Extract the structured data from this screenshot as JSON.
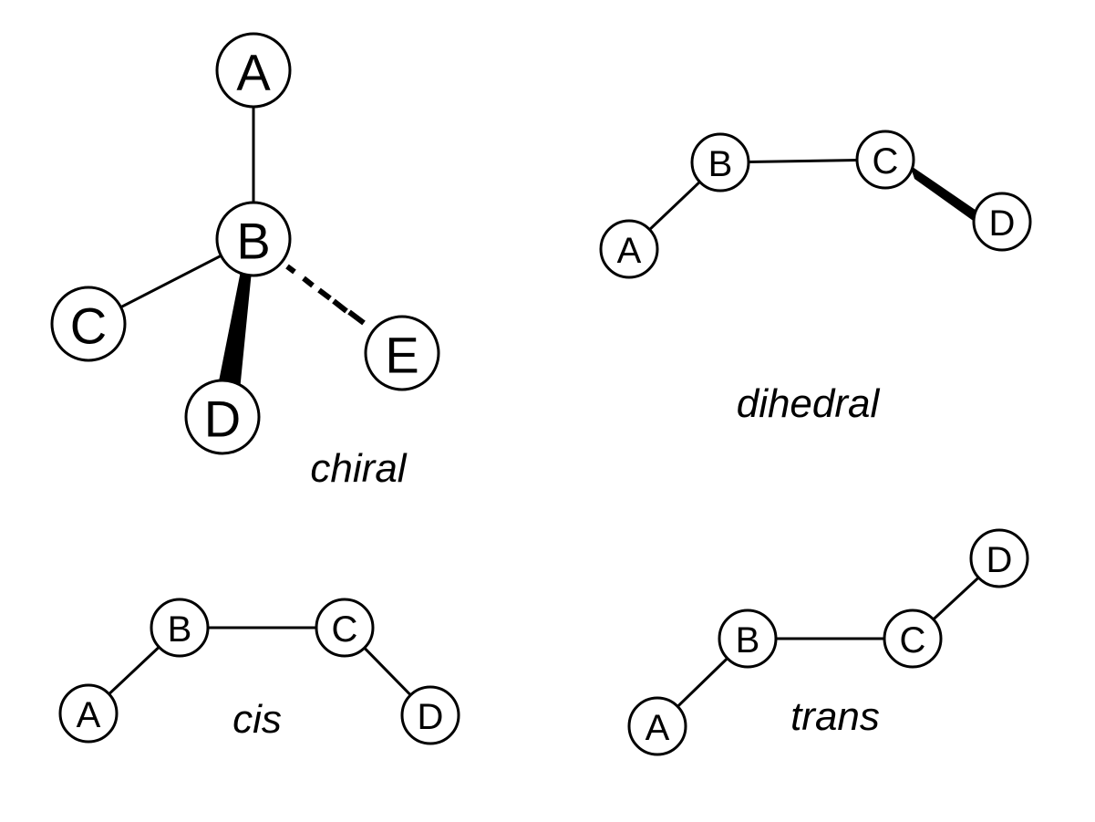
{
  "diagrams": {
    "chiral": {
      "caption": "chiral",
      "nodes": {
        "A": "A",
        "B": "B",
        "C": "C",
        "D": "D",
        "E": "E"
      }
    },
    "dihedral": {
      "caption": "dihedral",
      "nodes": {
        "A": "A",
        "B": "B",
        "C": "C",
        "D": "D"
      }
    },
    "cis": {
      "caption": "cis",
      "nodes": {
        "A": "A",
        "B": "B",
        "C": "C",
        "D": "D"
      }
    },
    "trans": {
      "caption": "trans",
      "nodes": {
        "A": "A",
        "B": "B",
        "C": "C",
        "D": "D"
      }
    }
  },
  "colors": {
    "ink": "#000000",
    "background": "#ffffff"
  }
}
